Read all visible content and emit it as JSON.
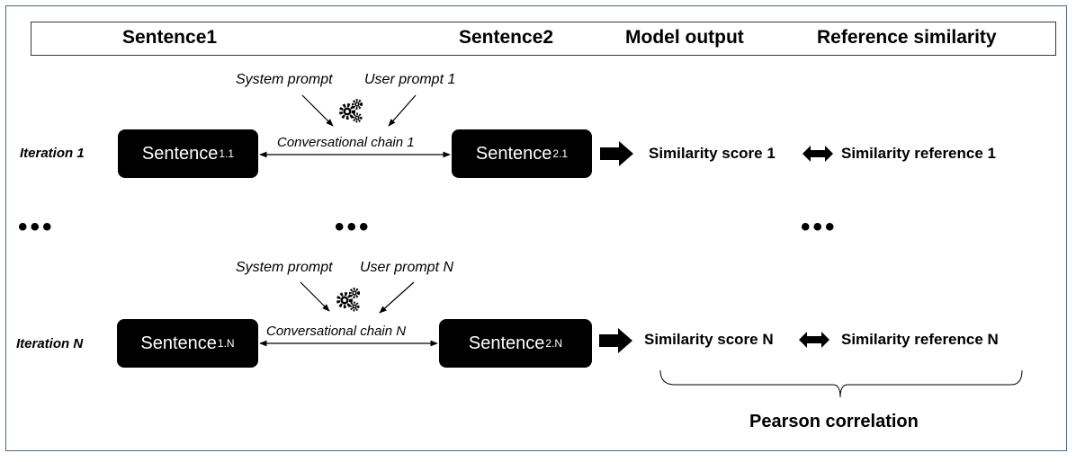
{
  "headers": {
    "sentence1": "Sentence1",
    "sentence2": "Sentence2",
    "model_output": "Model output",
    "reference_similarity": "Reference similarity"
  },
  "rows": [
    {
      "iteration_label": "Iteration 1",
      "sentence1": {
        "main": "Sentence",
        "sub": "1.1"
      },
      "sentence2": {
        "main": "Sentence",
        "sub": "2.1"
      },
      "system_prompt": "System prompt",
      "user_prompt": "User prompt 1",
      "chain": "Conversational chain 1",
      "score": "Similarity score 1",
      "reference": "Similarity reference 1"
    },
    {
      "iteration_label": "Iteration N",
      "sentence1": {
        "main": "Sentence",
        "sub": "1.N"
      },
      "sentence2": {
        "main": "Sentence",
        "sub": "2.N"
      },
      "system_prompt": "System prompt",
      "user_prompt": "User prompt N",
      "chain": "Conversational chain N",
      "score": "Similarity score N",
      "reference": "Similarity reference N"
    }
  ],
  "ellipsis": "•••",
  "footer": "Pearson correlation",
  "icons": {
    "gear": "gears-icon"
  }
}
